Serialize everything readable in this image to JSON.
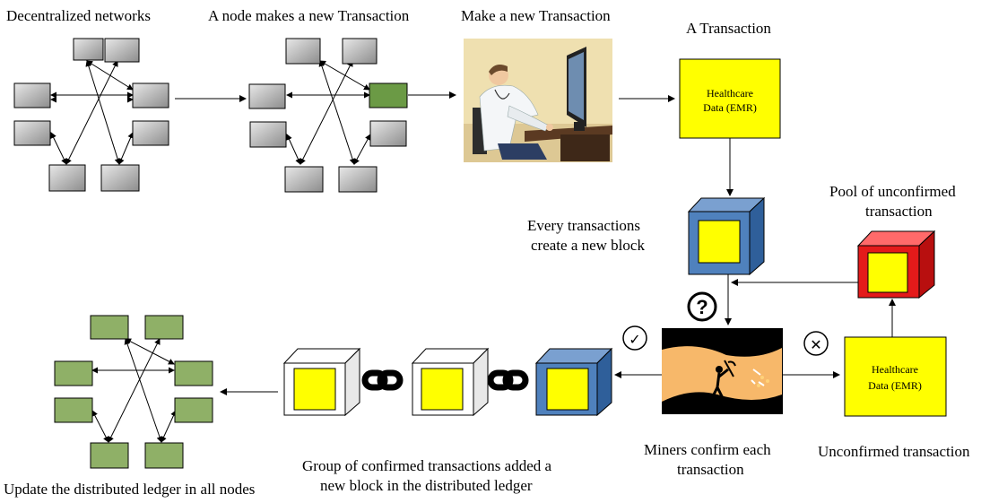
{
  "labels": {
    "decentralized": "Decentralized networks",
    "node_makes": "A node makes a new Transaction",
    "make_new": "Make a new Transaction",
    "a_transaction": "A Transaction",
    "every_line1": "Every transactions",
    "every_line2": "create a new block",
    "pool_line1": "Pool of unconfirmed",
    "pool_line2": "transaction",
    "miners_line1": "Miners confirm each",
    "miners_line2": "transaction",
    "unconfirmed": "Unconfirmed transaction",
    "group_line1": "Group of confirmed transactions added a",
    "group_line2": "new block in the distributed ledger",
    "update": "Update the distributed ledger in all nodes"
  },
  "boxes": {
    "tx_line1": "Healthcare",
    "tx_line2": "Data (EMR)",
    "unconf_line1": "Healthcare",
    "unconf_line2": "Data (EMR)"
  },
  "symbols": {
    "question": "?",
    "check": "✓",
    "cross": "✕"
  },
  "colors": {
    "node_gray": "#a9a9a9",
    "node_green": "#7ba05b",
    "node_active": "#5e8a3a",
    "yellow": "#ffff00",
    "block_blue": "#4f81bd",
    "block_red": "#e41a1a",
    "block_white": "#ffffff",
    "mine_gold": "#f7b86a"
  }
}
